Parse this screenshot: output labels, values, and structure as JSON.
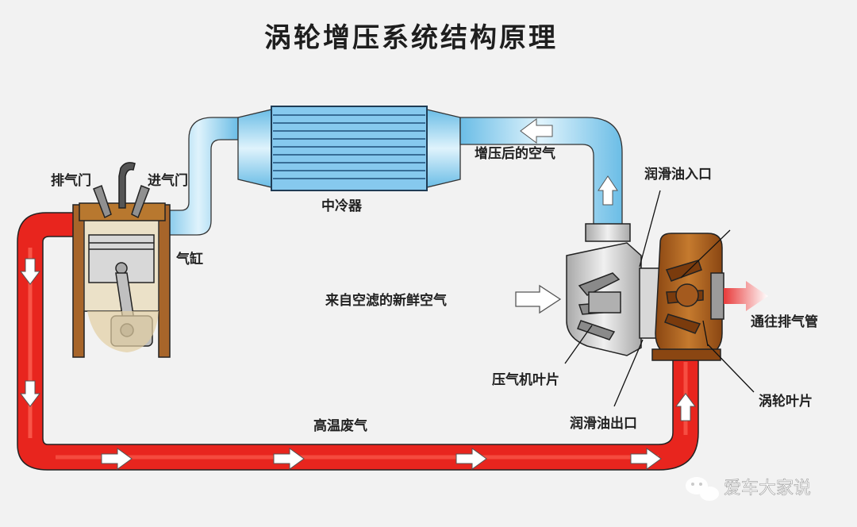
{
  "title": "涡轮增压系统结构原理",
  "labels": {
    "exhaust_valve": "排气门",
    "intake_valve": "进气门",
    "cylinder": "气缸",
    "intercooler": "中冷器",
    "pressurized_air": "增压后的空气",
    "oil_inlet": "润滑油入口",
    "fresh_air": "来自空滤的新鲜空气",
    "to_exhaust": "通往排气管",
    "compressor_blade": "压气机叶片",
    "turbine_blade": "涡轮叶片",
    "oil_outlet": "润滑油出口",
    "hot_exhaust": "高温废气"
  },
  "watermark": "爱车大家说",
  "colors": {
    "hot_pipe": "#e8251e",
    "cool_pipe": "#9fd8f2",
    "turbine_body": "#a65a18",
    "compressor_body": "#cfcfcf"
  },
  "icons": {
    "watermark": "wechat-icon"
  }
}
